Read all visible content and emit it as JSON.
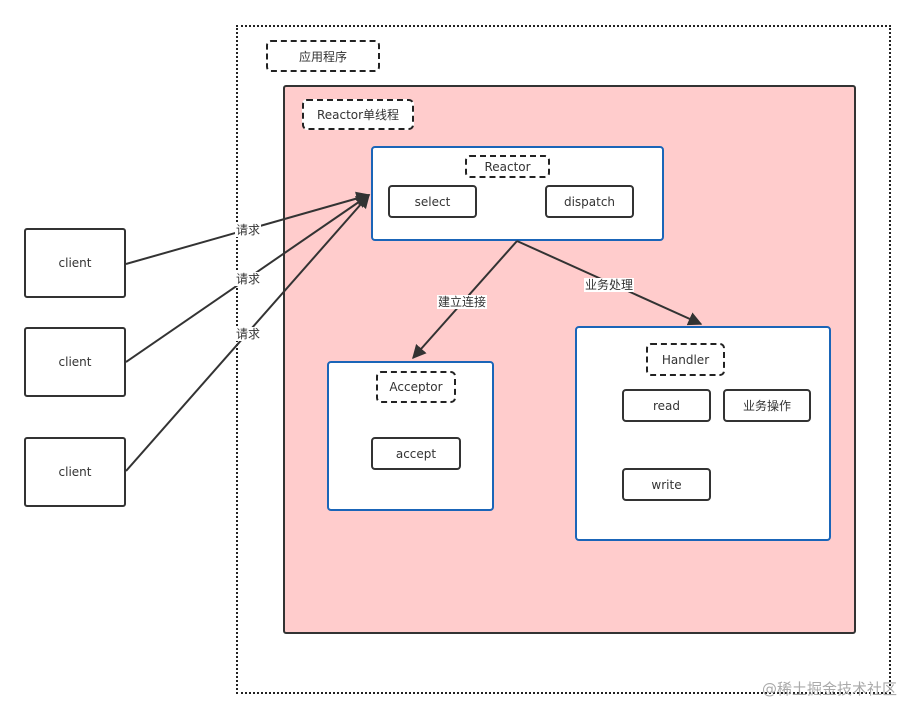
{
  "containers": {
    "application": {
      "label": "应用程序"
    },
    "reactor_single_thread": {
      "label": "Reactor单线程",
      "fill_color": "#ffcccc"
    }
  },
  "components": {
    "reactor": {
      "label": "Reactor",
      "methods": [
        "select",
        "dispatch"
      ]
    },
    "acceptor": {
      "label": "Acceptor",
      "methods": [
        "accept"
      ]
    },
    "handler": {
      "label": "Handler",
      "methods": [
        "read",
        "业务操作",
        "write"
      ]
    }
  },
  "clients": [
    {
      "label": "client"
    },
    {
      "label": "client"
    },
    {
      "label": "client"
    }
  ],
  "edges": [
    {
      "from": "client-1",
      "to": "reactor",
      "label": "请求"
    },
    {
      "from": "client-2",
      "to": "reactor",
      "label": "请求"
    },
    {
      "from": "client-3",
      "to": "reactor",
      "label": "请求"
    },
    {
      "from": "reactor",
      "to": "acceptor",
      "label": "建立连接"
    },
    {
      "from": "reactor",
      "to": "handler",
      "label": "业务处理"
    }
  ],
  "colors": {
    "component_border": "#1a65b8",
    "reactor_area": "#ffcccc",
    "line": "#333333"
  },
  "watermark": "@稀土掘金技术社区"
}
